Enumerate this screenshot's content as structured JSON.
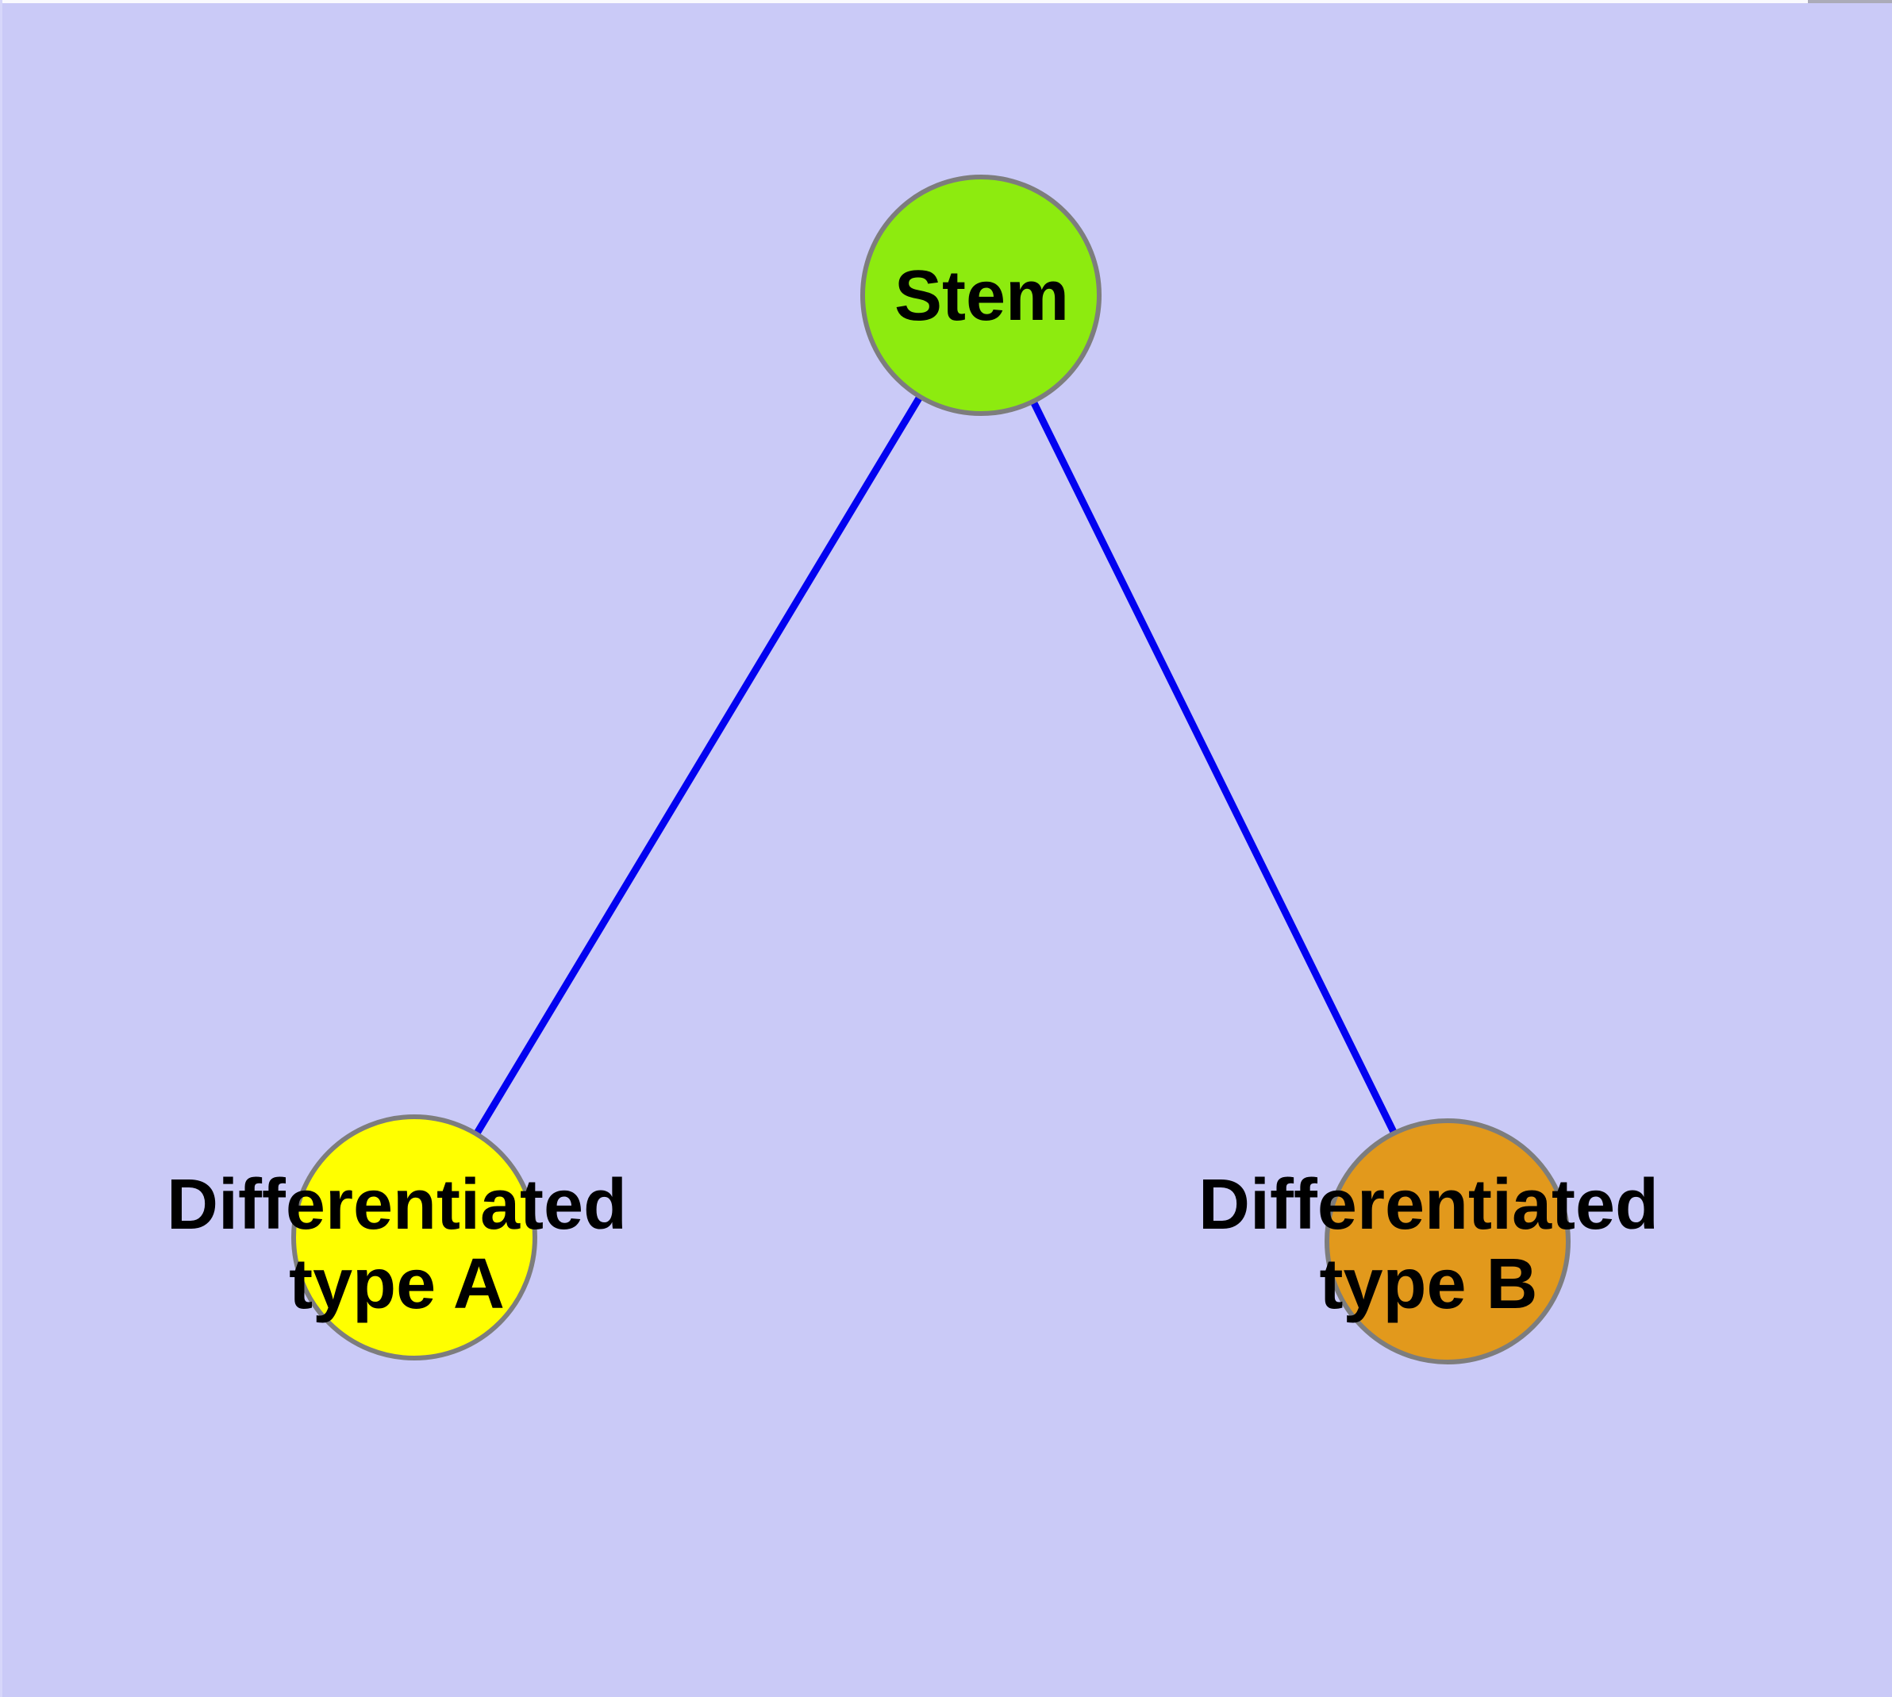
{
  "canvas": {
    "background_color": "#CACAF7",
    "top_edge_highlight_color": "#FAFAFE",
    "top_edge_corner_color": "#ABABB8",
    "left_edge_highlight_color": "#D6D6FA"
  },
  "graph": {
    "type": "tree-diagram",
    "node_border_color": "#7D7D7D",
    "edge_color": "#0202F0",
    "nodes": [
      {
        "id": "stem",
        "label": "Stem",
        "color": "#8DEB0F"
      },
      {
        "id": "differentiated-type-a",
        "label_line1": "Differentiated",
        "label_line2": "type A",
        "color": "#FFFF00"
      },
      {
        "id": "differentiated-type-b",
        "label_line1": "Differentiated",
        "label_line2": "type B",
        "color": "#E2991C"
      }
    ],
    "edges": [
      {
        "from": "stem",
        "to": "differentiated-type-a"
      },
      {
        "from": "stem",
        "to": "differentiated-type-b"
      }
    ]
  }
}
